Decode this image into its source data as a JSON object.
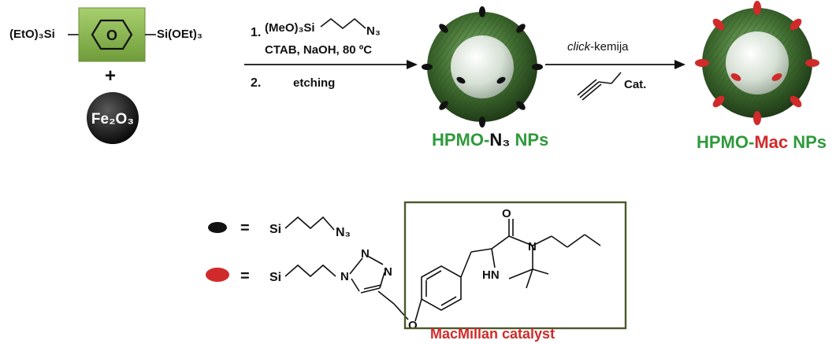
{
  "precursor": {
    "left_group": "(EtO)₃Si",
    "ring_letter": "O",
    "right_group": "Si(OEt)₃",
    "plus": "+",
    "fe2o3": "Fe₂O₃"
  },
  "step1": {
    "label_1": "1.",
    "reagent": "(MeO)₃Si",
    "azide": "N₃",
    "conditions": "CTAB, NaOH, 80 ºC",
    "label_2": "2.",
    "etching": "etching"
  },
  "product1": {
    "part1": "HPMO-",
    "part2": "N₃",
    "part3": " NPs"
  },
  "click": {
    "italic": "click",
    "rest": "-kemija",
    "cat": "Cat."
  },
  "product2": {
    "part1": "HPMO-",
    "part2": "Mac",
    "part3": " NPs"
  },
  "legend": {
    "eq1": "=",
    "si1": "Si",
    "n3": "N₃",
    "eq2": "=",
    "si2": "Si",
    "n1": "N",
    "n2": "N",
    "n3b": "N",
    "o_link": "O",
    "o_carbonyl": "O",
    "n_ring": "N",
    "hn": "HN",
    "catalyst": "MacMillan catalyst"
  },
  "colors": {
    "green_text": "#2f9a3b",
    "red_text": "#d12a2a",
    "box": "#4a5a2a"
  }
}
